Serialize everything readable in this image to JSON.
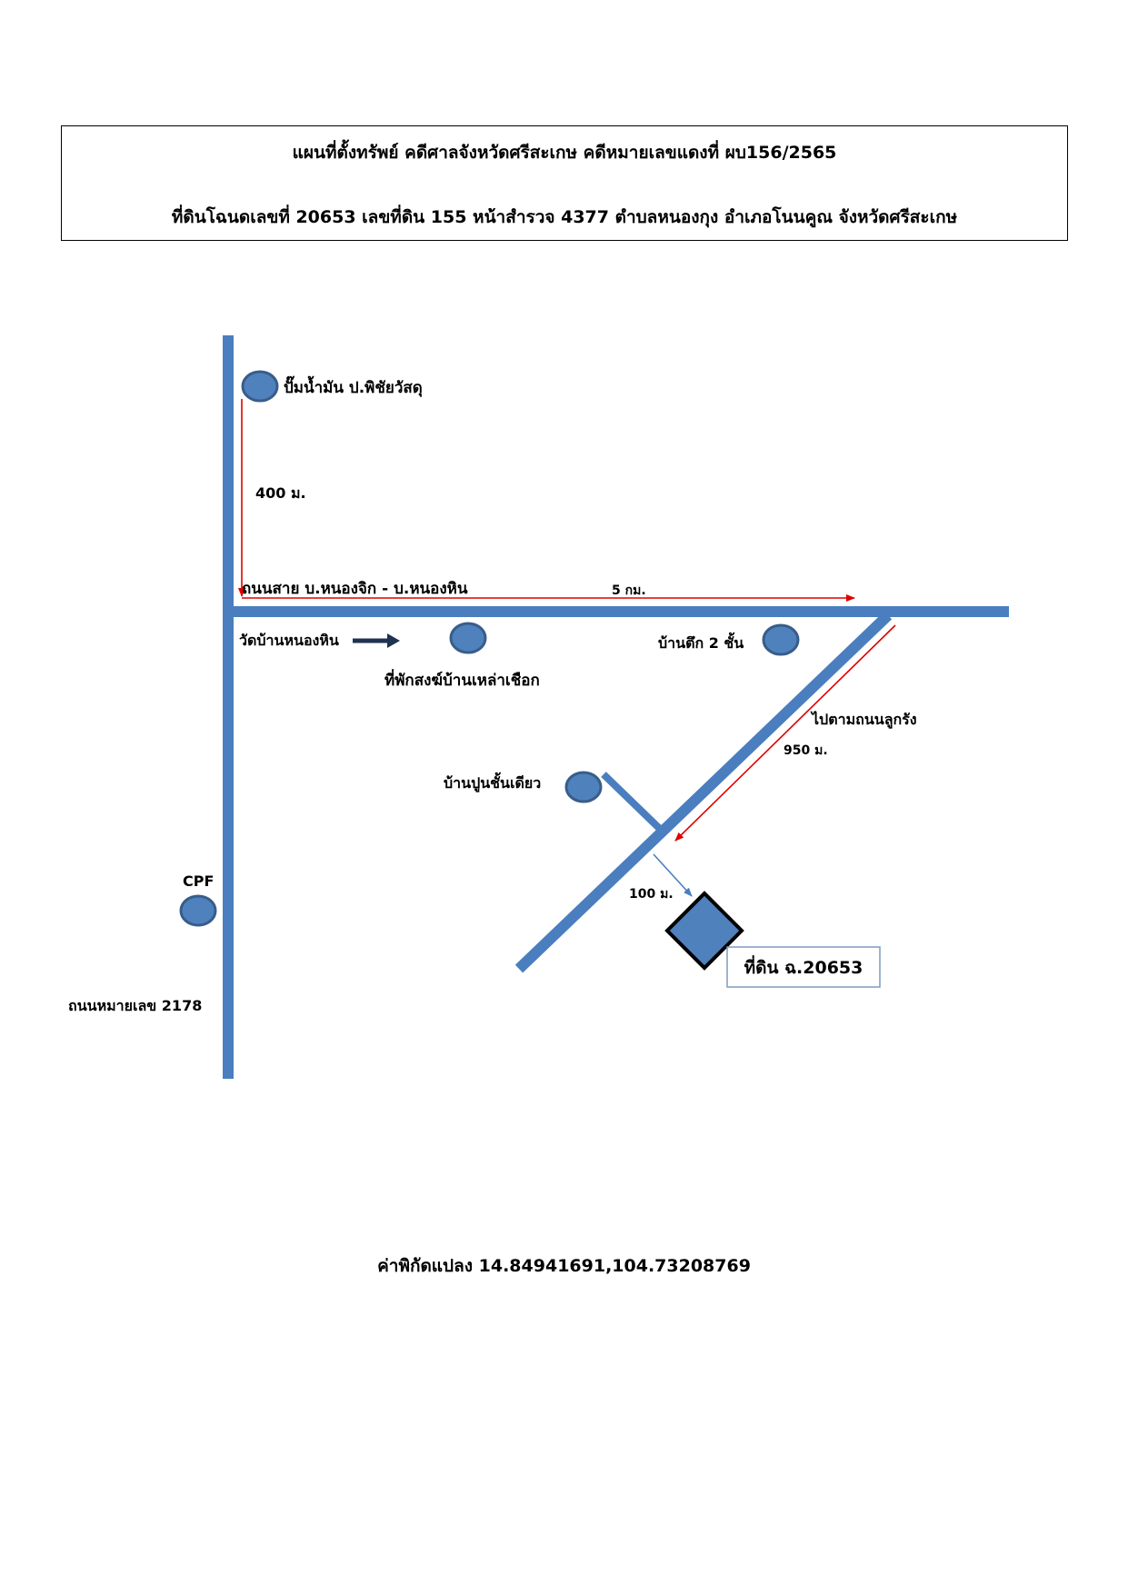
{
  "header": {
    "line1": "แผนที่ตั้งทรัพย์ คดีศาลจังหวัดศรีสะเกษ คดีหมายเลขแดงที่ ผบ156/2565",
    "line2": "ที่ดินโฉนดเลขที่ 20653 เลขที่ดิน 155 หน้าสำรวจ 4377 ตำบลหนองกุง อำเภอโนนคูณ จังหวัดศรีสะเกษ"
  },
  "map": {
    "colors": {
      "road": "#4a7ebf",
      "marker_fill": "#4f81bd",
      "marker_stroke": "#385d8a",
      "distance_arrow": "#e00000",
      "direction_arrow": "#1f3350",
      "small_arrow": "#4a7ebf",
      "plot_label_border": "#7f9bbd"
    },
    "landmarks": {
      "gas_station": "ปั๊มน้ำมัน ป.พิชัยวัสดุ",
      "temple": "วัดบ้านหนองหิน",
      "monk_residence": "ที่พักสงฆ์บ้านเหล่าเชือก",
      "two_storey_house": "บ้านตึก 2 ชั้น",
      "single_storey_house": "บ้านปูนชั้นเดียว",
      "cpf": "CPF"
    },
    "roads": {
      "main_road": "ถนนสาย บ.หนองจิก - บ.หนองหิน",
      "highway": "ถนนหมายเลข 2178",
      "lukrang_road": "ไปตามถนนลูกรัง"
    },
    "distances": {
      "gas_to_junction": "400 ม.",
      "along_main_road": "5 กม.",
      "along_lukrang": "950 ม.",
      "to_plot": "100 ม."
    },
    "plot_label": "ที่ดิน ฉ.20653",
    "icons": {
      "landmark": "circle-marker-icon",
      "plot": "diamond-plot-icon",
      "direction": "right-arrow-icon"
    }
  },
  "coordinates": "ค่าพิกัดแปลง 14.84941691,104.73208769"
}
